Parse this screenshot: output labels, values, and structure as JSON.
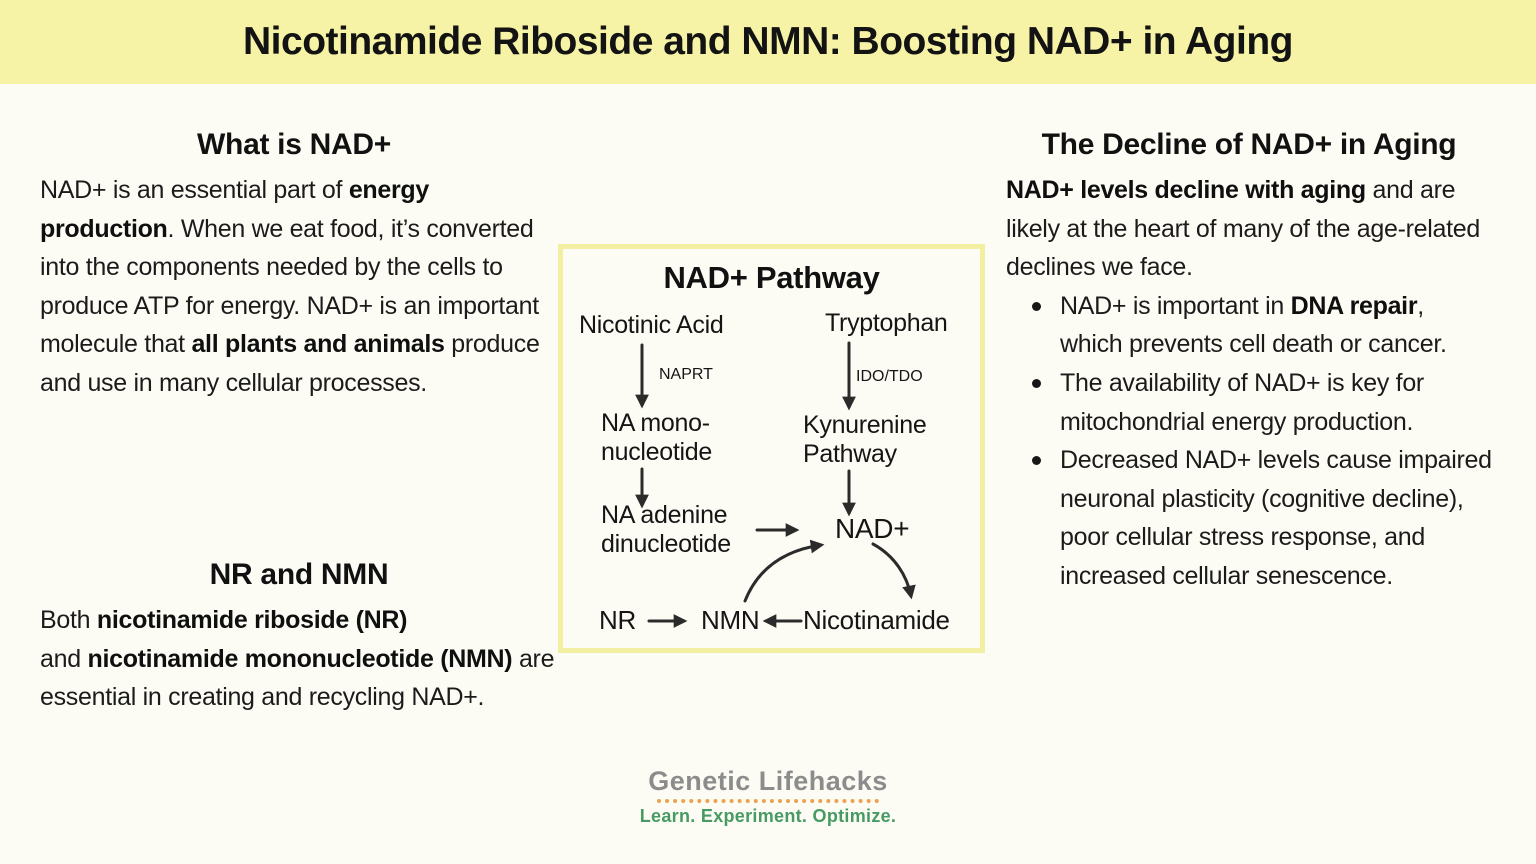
{
  "colors": {
    "page_bg": "#fdfcf4",
    "banner_bg": "#f6f3a6",
    "diagram_border": "#f3efa2",
    "text": "#171717",
    "brand_gray": "#8c8c8c",
    "brand_green": "#479a63",
    "brand_orange": "#efa14e"
  },
  "header": {
    "title": "Nicotinamide Riboside and NMN: Boosting NAD+ in Aging"
  },
  "left": {
    "what_heading": "What is NAD+",
    "what_paragraph": [
      {
        "t": "NAD+ is an essential part of "
      },
      {
        "t": "energy production",
        "b": true
      },
      {
        "t": ". When we eat food, it’s converted into the components needed by the cells to produce ATP for energy. NAD+ is an important molecule that "
      },
      {
        "t": "all plants and animals",
        "b": true
      },
      {
        "t": " produce and use in many cellular processes."
      }
    ],
    "nr_heading": "NR and NMN",
    "nr_paragraph": [
      {
        "t": "Both "
      },
      {
        "t": "nicotinamide riboside (NR)",
        "b": true
      },
      {
        "br": true
      },
      {
        "t": "and "
      },
      {
        "t": "nicotinamide mononucleotide (NMN)",
        "b": true
      },
      {
        "t": " are essential in creating and recycling NAD+."
      }
    ]
  },
  "diagram": {
    "title": "NAD+ Pathway",
    "nodes": {
      "nicotinic_acid": "Nicotinic Acid",
      "tryptophan": "Tryptophan",
      "naprt": "NAPRT",
      "ido_tdo": "IDO/TDO",
      "na_mononucleotide": "NA mono-\nnucleotide",
      "kynurenine_pathway": "Kynurenine\nPathway",
      "na_adenine_dinucleotide": "NA adenine\ndinucleotide",
      "nad": "NAD+",
      "nr": "NR",
      "nmn": "NMN",
      "nicotinamide": "Nicotinamide"
    }
  },
  "right": {
    "heading": "The Decline of NAD+ in Aging",
    "paragraph": [
      {
        "t": "NAD+ levels decline with aging",
        "b": true
      },
      {
        "t": " and are likely at the heart of many of the age-related declines we face."
      }
    ],
    "bullets": [
      [
        {
          "t": "NAD+ is important in "
        },
        {
          "t": "DNA repair",
          "b": true
        },
        {
          "t": ", which prevents cell death or cancer."
        }
      ],
      [
        {
          "t": "The availability of NAD+ is key for mitochondrial energy production."
        }
      ],
      [
        {
          "t": "Decreased NAD+ levels cause impaired neuronal plasticity (cognitive decline), poor cellular stress response, and increased cellular senescence."
        }
      ]
    ]
  },
  "footer": {
    "brand": "Genetic Lifehacks",
    "tagline": "Learn. Experiment. Optimize."
  }
}
